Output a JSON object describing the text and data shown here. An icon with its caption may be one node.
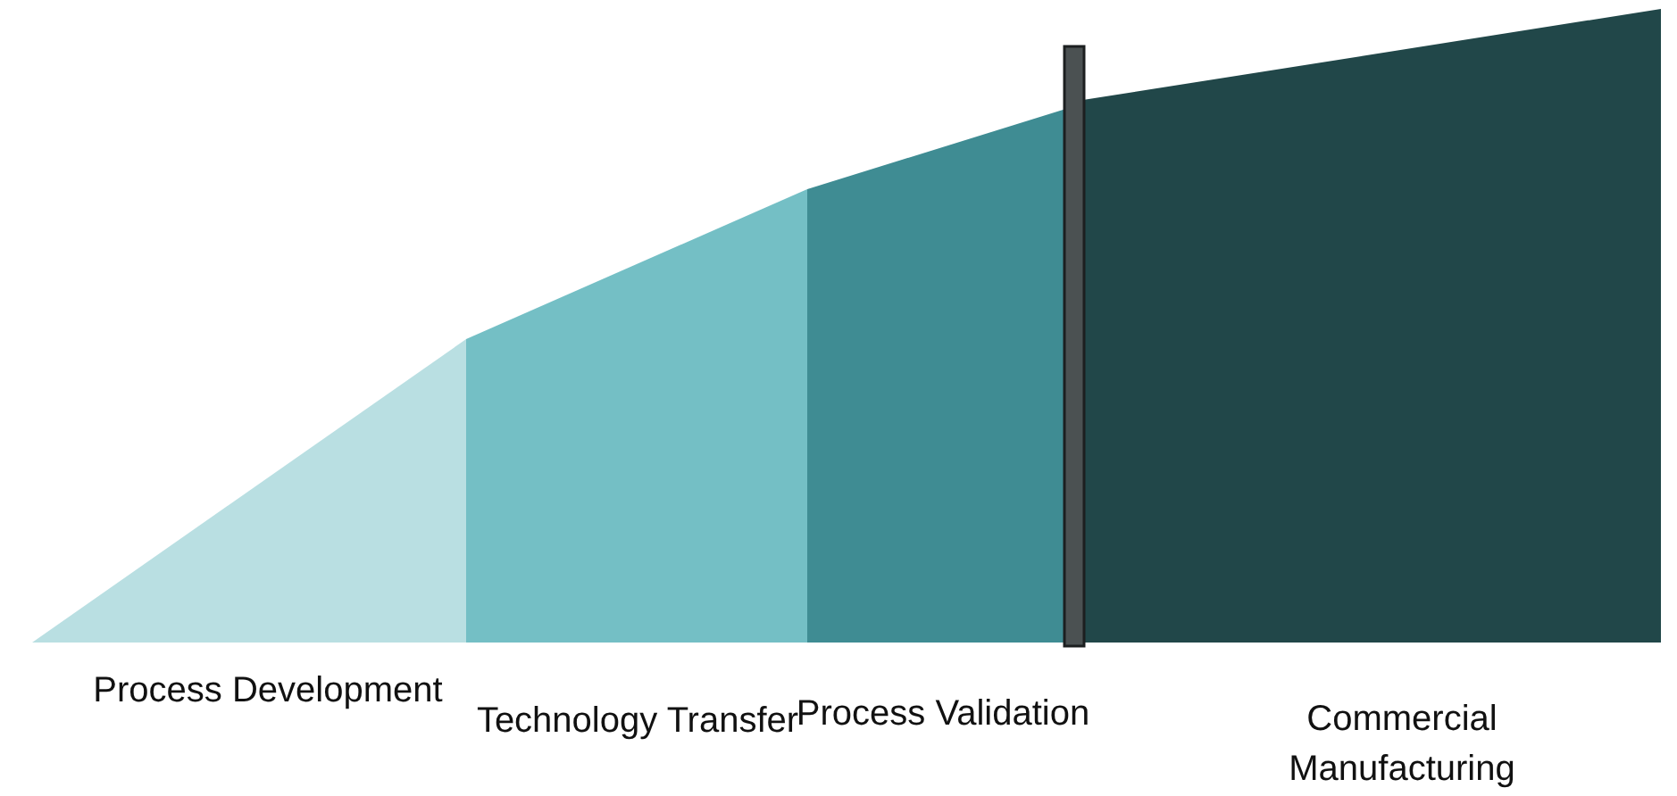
{
  "diagram": {
    "nodes": [
      {
        "text": [
          "Process Development"
        ]
      },
      {
        "text": [
          "Technology Transfer"
        ]
      },
      {
        "text": [
          "Process Validation"
        ]
      },
      {
        "text": [
          "Commercial Manufacturing"
        ]
      }
    ]
  }
}
